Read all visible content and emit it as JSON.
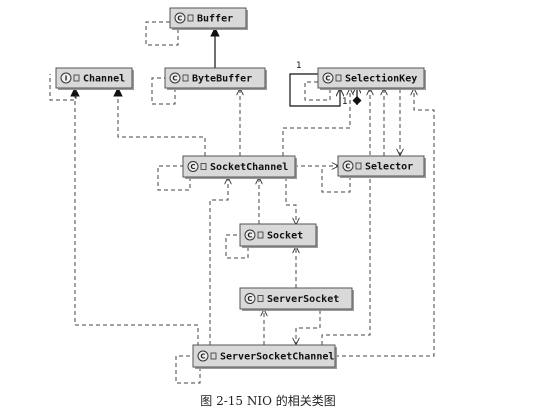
{
  "figure": {
    "caption": "图 2-15   NIO 的相关类图"
  },
  "nodes": [
    {
      "id": "buffer",
      "label": "Buffer",
      "badge": "C"
    },
    {
      "id": "channel",
      "label": "Channel",
      "badge": "I"
    },
    {
      "id": "bytebuffer",
      "label": "ByteBuffer",
      "badge": "C"
    },
    {
      "id": "selectionkey",
      "label": "SelectionKey",
      "badge": "C"
    },
    {
      "id": "socketchannel",
      "label": "SocketChannel",
      "badge": "C"
    },
    {
      "id": "selector",
      "label": "Selector",
      "badge": "C"
    },
    {
      "id": "socket",
      "label": "Socket",
      "badge": "C"
    },
    {
      "id": "serversocket",
      "label": "ServerSocket",
      "badge": "C"
    },
    {
      "id": "serversocketchannel",
      "label": "ServerSocketChannel",
      "badge": "C"
    }
  ],
  "multiplicities": {
    "selfloop_top": "1",
    "selfloop_bottom": "1"
  }
}
